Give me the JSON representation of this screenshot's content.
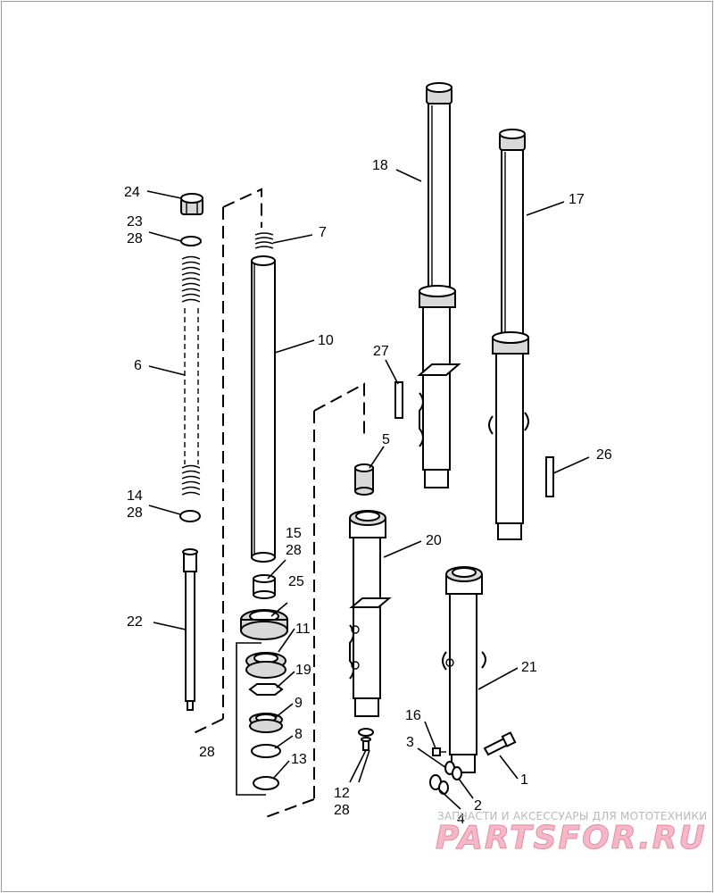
{
  "callouts": [
    {
      "id": "c1",
      "text": "1"
    },
    {
      "id": "c2",
      "text": "2"
    },
    {
      "id": "c3",
      "text": "3"
    },
    {
      "id": "c4",
      "text": "4"
    },
    {
      "id": "c5",
      "text": "5"
    },
    {
      "id": "c6",
      "text": "6"
    },
    {
      "id": "c7",
      "text": "7"
    },
    {
      "id": "c8",
      "text": "8"
    },
    {
      "id": "c9",
      "text": "9"
    },
    {
      "id": "c10",
      "text": "10"
    },
    {
      "id": "c11",
      "text": "11"
    },
    {
      "id": "c12",
      "text": "12"
    },
    {
      "id": "c13",
      "text": "13"
    },
    {
      "id": "c14",
      "text": "14"
    },
    {
      "id": "c15",
      "text": "15"
    },
    {
      "id": "c16",
      "text": "16"
    },
    {
      "id": "c17",
      "text": "17"
    },
    {
      "id": "c18",
      "text": "18"
    },
    {
      "id": "c19",
      "text": "19"
    },
    {
      "id": "c20",
      "text": "20"
    },
    {
      "id": "c21",
      "text": "21"
    },
    {
      "id": "c22",
      "text": "22"
    },
    {
      "id": "c23",
      "text": "23"
    },
    {
      "id": "c24",
      "text": "24"
    },
    {
      "id": "c25",
      "text": "25"
    },
    {
      "id": "c26",
      "text": "26"
    },
    {
      "id": "c27",
      "text": "27"
    },
    {
      "id": "c28a",
      "text": "28"
    },
    {
      "id": "c28b",
      "text": "28"
    },
    {
      "id": "c28c",
      "text": "28"
    },
    {
      "id": "c28d",
      "text": "28"
    },
    {
      "id": "c28e",
      "text": "28"
    }
  ],
  "watermark": {
    "subtitle": "ЗАПЧАСТИ И АКСЕССУАРЫ ДЛЯ МОТОТЕХНИКИ",
    "logo": "PARTSFOR.RU"
  }
}
